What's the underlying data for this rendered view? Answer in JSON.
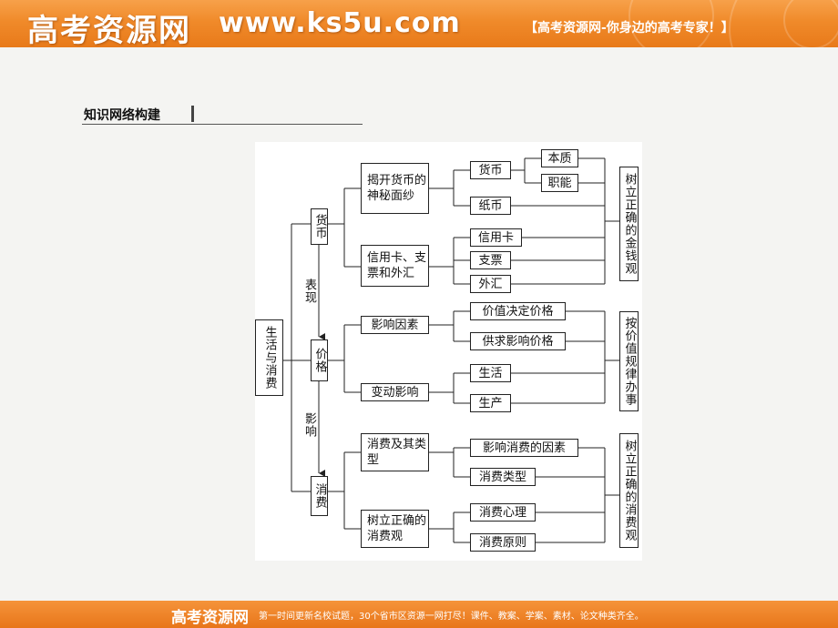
{
  "header": {
    "logo": "高考资源网",
    "site_url": "www.ks5u.com",
    "slogan": "【高考资源网-你身边的高考专家！】"
  },
  "section_heading": "知识网络构建",
  "diagram": {
    "root": "生活与消费",
    "money": {
      "label": "货币",
      "unveil": "揭开货币的神秘面纱",
      "currency": "货币",
      "essence": "本质",
      "functions": "职能",
      "paper_money": "纸币",
      "credit_tools": "信用卡、支票和外汇",
      "credit_card": "信用卡",
      "cheque": "支票",
      "forex": "外汇",
      "outcome": "树立正确的金钱观"
    },
    "express_label": "表现",
    "price": {
      "label": "价格",
      "factors": "影响因素",
      "value_decides": "价值决定价格",
      "supply_demand": "供求影响价格",
      "change_effects": "变动影响",
      "life": "生活",
      "production": "生产",
      "outcome": "按价值规律办事"
    },
    "influence_label": "影响",
    "consumption": {
      "label": "消费",
      "types_group": "消费及其类型",
      "factors": "影响消费的因素",
      "types": "消费类型",
      "correct_view": "树立正确的消费观",
      "psychology": "消费心理",
      "principles": "消费原则",
      "outcome": "树立正确的消费观"
    }
  },
  "footer": {
    "logo": "高考资源网",
    "text": "第一时间更新名校试题，30个省市区资源一网打尽！课件、教案、学案、素材、论文种类齐全。"
  }
}
